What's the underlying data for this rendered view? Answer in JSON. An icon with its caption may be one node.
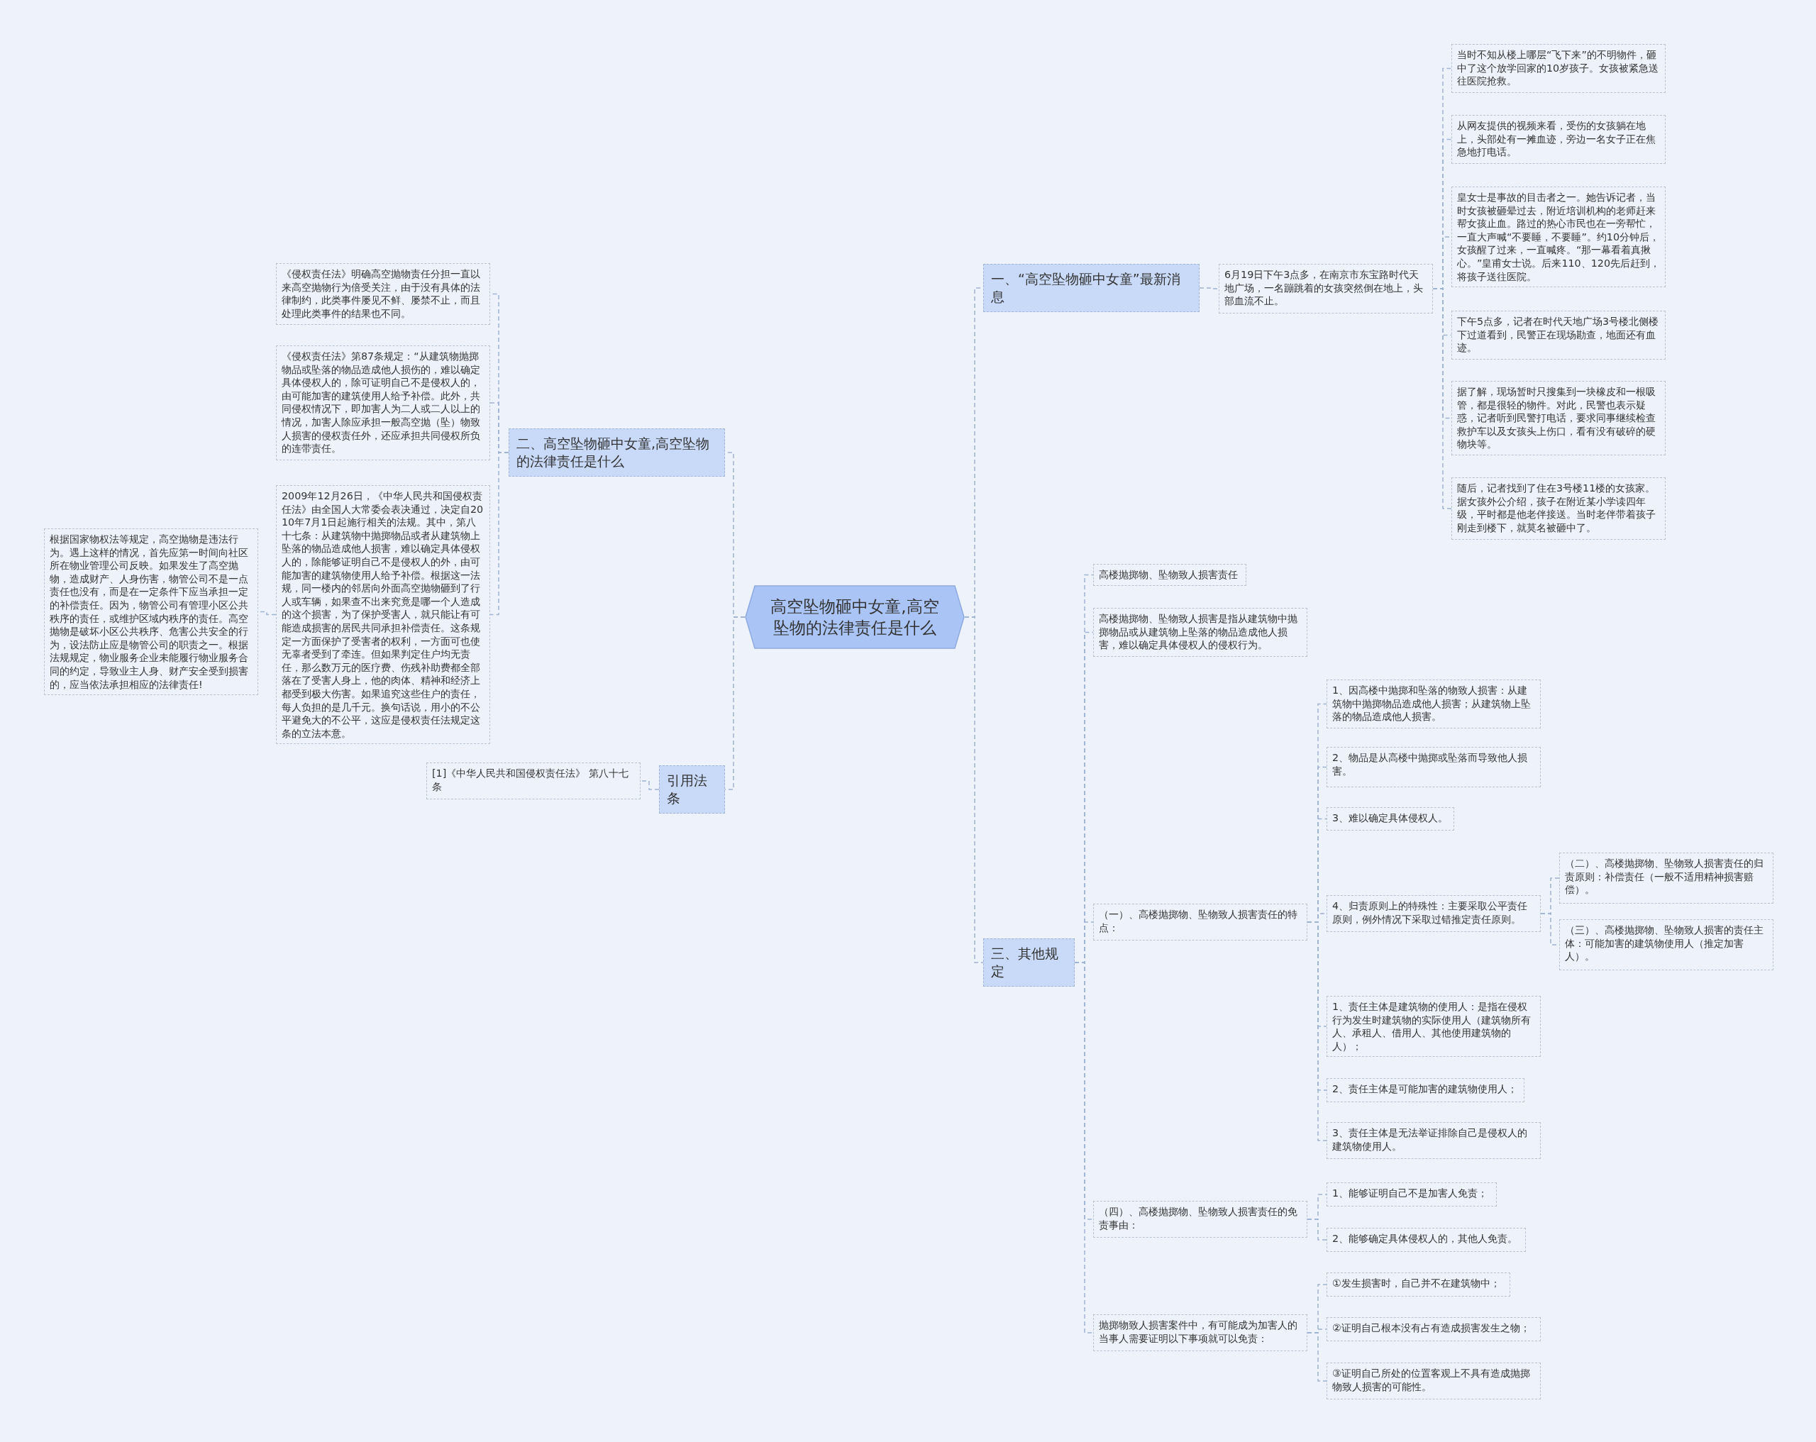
{
  "diagram": {
    "nodes": [
      {
        "text": [
          "高空坠物砸中女童,高空坠物的法律责任是什么"
        ]
      },
      {
        "text": [
          "一、“高空坠物砸中女童”最新消息"
        ]
      },
      {
        "text": [
          "6月19日下午3点多，在南京市东宝路时代天地广场，一名蹦跳着的女孩突然倒在地上，头部血流不止。"
        ]
      },
      {
        "text": [
          "当时不知从楼上哪层“飞下来”的不明物件，砸中了这个放学回家的10岁孩子。女孩被紧急送往医院抢救。"
        ]
      },
      {
        "text": [
          "从网友提供的视频来看，受伤的女孩躺在地上，头部处有一摊血迹，旁边一名女子正在焦急地打电话。"
        ]
      },
      {
        "text": [
          "皇女士是事故的目击者之一。她告诉记者，当时女孩被砸晕过去，附近培训机构的老师赶来帮女孩止血。路过的热心市民也在一旁帮忙，一直大声喊“不要睡，不要睡”。约10分钟后，女孩醒了过来，一直喊疼。“那一幕看着真揪心。”皇甫女士说。后来110、120先后赶到，将孩子送往医院。"
        ]
      },
      {
        "text": [
          "下午5点多，记者在时代天地广场3号楼北侧楼下过道看到，民警正在现场勘查，地面还有血迹。"
        ]
      },
      {
        "text": [
          "据了解，现场暂时只搜集到一块橡皮和一根吸管，都是很轻的物件。对此，民警也表示疑惑，记者听到民警打电话，要求同事继续检查救护车以及女孩头上伤口，看有没有破碎的硬物块等。"
        ]
      },
      {
        "text": [
          "随后，记者找到了住在3号楼11楼的女孩家。据女孩外公介绍，孩子在附近某小学读四年级，平时都是他老伴接送。当时老伴带着孩子刚走到楼下，就莫名被砸中了。"
        ]
      },
      {
        "text": [
          "二、高空坠物砸中女童,高空坠物的法律责任是什么"
        ]
      },
      {
        "text": [
          "《侵权责任法》明确高空抛物责任分担一直以来高空抛物行为倍受关注，由于没有具体的法律制约，此类事件屡见不鲜、屡禁不止，而且处理此类事件的结果也不同。"
        ]
      },
      {
        "text": [
          "《侵权责任法》第87条规定：“从建筑物抛掷物品或坠落的物品造成他人损伤的，难以确定具体侵权人的，除可证明自己不是侵权人的，由可能加害的建筑使用人给予补偿。此外，共同侵权情况下，即加害人为二人或二人以上的情况，加害人除应承担一般高空抛（坠）物致人损害的侵权责任外，还应承担共同侵权所负的连带责任。"
        ]
      },
      {
        "text": [
          "2009年12月26日，《中华人民共和国侵权责任法》由全国人大常委会表决通过，决定自2010年7月1日起施行相关的法规。其中，第八十七条：从建筑物中抛掷物品或者从建筑物上坠落的物品造成他人损害，难以确定具体侵权人的，除能够证明自己不是侵权人的外，由可能加害的建筑物使用人给予补偿。根据这一法规，同一楼内的邻居向外面高空抛物砸到了行人或车辆，如果查不出来究竟是哪一个人造成的这个损害，为了保护受害人，就只能让有可能造成损害的居民共同承担补偿责任。这条规定一方面保护了受害者的权利，一方面可也使无辜者受到了牵连。但如果判定住户均无责任，那么数万元的医疗费、伤残补助费都全部落在了受害人身上，他的肉体、精神和经济上都受到极大伤害。如果追究这些住户的责任，每人负担的是几千元。换句话说，用小的不公平避免大的不公平，这应是侵权责任法规定这条的立法本意。"
        ]
      },
      {
        "text": [
          "根据国家物权法等规定，高空抛物是违法行为。遇上这样的情况，首先应第一时间向社区所在物业管理公司反映。如果发生了高空抛物，造成财产、人身伤害，物管公司不是一点责任也没有，而是在一定条件下应当承担一定的补偿责任。因为，物管公司有管理小区公共秩序的责任，或维护区域内秩序的责任。高空抛物是破坏小区公共秩序、危害公共安全的行为，设法防止应是物管公司的职责之一。根据法规规定，物业服务企业未能履行物业服务合同的约定，导致业主人身、财产安全受到损害的，应当依法承担相应的法律责任!"
        ]
      },
      {
        "text": [
          "引用法条"
        ]
      },
      {
        "text": [
          "[1]《中华人民共和国侵权责任法》 第八十七条"
        ]
      },
      {
        "text": [
          "三、其他规定"
        ]
      },
      {
        "text": [
          "高楼抛掷物、坠物致人损害责任"
        ]
      },
      {
        "text": [
          "高楼抛掷物、坠物致人损害是指从建筑物中抛掷物品或从建筑物上坠落的物品造成他人损害，难以确定具体侵权人的侵权行为。"
        ]
      },
      {
        "text": [
          "（一）、高楼抛掷物、坠物致人损害责任的特点："
        ]
      },
      {
        "text": [
          "1、因高楼中抛掷和坠落的物致人损害：从建筑物中抛掷物品造成他人损害；从建筑物上坠落的物品造成他人损害。"
        ]
      },
      {
        "text": [
          "2、物品是从高楼中抛掷或坠落而导致他人损害。"
        ]
      },
      {
        "text": [
          "3、难以确定具体侵权人。"
        ]
      },
      {
        "text": [
          "4、归责原则上的特殊性：主要采取公平责任原则，例外情况下采取过错推定责任原则。"
        ]
      },
      {
        "text": [
          "（二）、高楼抛掷物、坠物致人损害责任的归责原则：补偿责任（一般不适用精神损害赔偿）。"
        ]
      },
      {
        "text": [
          "（三）、高楼抛掷物、坠物致人损害的责任主体：可能加害的建筑物使用人（推定加害人）。"
        ]
      },
      {
        "text": [
          "1、责任主体是建筑物的使用人：是指在侵权行为发生时建筑物的实际使用人（建筑物所有人、承租人、借用人、其他使用建筑物的人）；"
        ]
      },
      {
        "text": [
          "2、责任主体是可能加害的建筑物使用人；"
        ]
      },
      {
        "text": [
          "3、责任主体是无法举证排除自己是侵权人的建筑物使用人。"
        ]
      },
      {
        "text": [
          "（四）、高楼抛掷物、坠物致人损害责任的免责事由："
        ]
      },
      {
        "text": [
          "1、能够证明自己不是加害人免责；"
        ]
      },
      {
        "text": [
          "2、能够确定具体侵权人的，其他人免责。"
        ]
      },
      {
        "text": [
          "抛掷物致人损害案件中，有可能成为加害人的当事人需要证明以下事项就可以免责："
        ]
      },
      {
        "text": [
          "①发生损害时，自己并不在建筑物中；"
        ]
      },
      {
        "text": [
          "②证明自己根本没有占有造成损害发生之物；"
        ]
      },
      {
        "text": [
          "③证明自己所处的位置客观上不具有造成抛掷物致人损害的可能性。"
        ]
      }
    ],
    "edges": [
      {
        "from": 0,
        "to": 1,
        "arrow": "none"
      },
      {
        "from": 1,
        "to": 2,
        "arrow": "none"
      },
      {
        "from": 2,
        "to": 3,
        "arrow": "none"
      },
      {
        "from": 2,
        "to": 4,
        "arrow": "none"
      },
      {
        "from": 2,
        "to": 5,
        "arrow": "none"
      },
      {
        "from": 2,
        "to": 6,
        "arrow": "none"
      },
      {
        "from": 2,
        "to": 7,
        "arrow": "none"
      },
      {
        "from": 2,
        "to": 8,
        "arrow": "none"
      },
      {
        "from": 0,
        "to": 9,
        "arrow": "none"
      },
      {
        "from": 9,
        "to": 10,
        "arrow": "none"
      },
      {
        "from": 9,
        "to": 11,
        "arrow": "none"
      },
      {
        "from": 9,
        "to": 12,
        "arrow": "none"
      },
      {
        "from": 12,
        "to": 13,
        "arrow": "none"
      },
      {
        "from": 0,
        "to": 14,
        "arrow": "none"
      },
      {
        "from": 14,
        "to": 15,
        "arrow": "none"
      },
      {
        "from": 0,
        "to": 16,
        "arrow": "none"
      },
      {
        "from": 16,
        "to": 17,
        "arrow": "none"
      },
      {
        "from": 16,
        "to": 18,
        "arrow": "none"
      },
      {
        "from": 16,
        "to": 19,
        "arrow": "none"
      },
      {
        "from": 16,
        "to": 29,
        "arrow": "none"
      },
      {
        "from": 16,
        "to": 32,
        "arrow": "none"
      },
      {
        "from": 19,
        "to": 20,
        "arrow": "none"
      },
      {
        "from": 19,
        "to": 21,
        "arrow": "none"
      },
      {
        "from": 19,
        "to": 22,
        "arrow": "none"
      },
      {
        "from": 19,
        "to": 23,
        "arrow": "none"
      },
      {
        "from": 19,
        "to": 26,
        "arrow": "none"
      },
      {
        "from": 19,
        "to": 27,
        "arrow": "none"
      },
      {
        "from": 19,
        "to": 28,
        "arrow": "none"
      },
      {
        "from": 23,
        "to": 24,
        "arrow": "none"
      },
      {
        "from": 23,
        "to": 25,
        "arrow": "none"
      },
      {
        "from": 29,
        "to": 30,
        "arrow": "none"
      },
      {
        "from": 29,
        "to": 31,
        "arrow": "none"
      },
      {
        "from": 32,
        "to": 33,
        "arrow": "none"
      },
      {
        "from": 32,
        "to": 34,
        "arrow": "none"
      },
      {
        "from": 32,
        "to": 35,
        "arrow": "none"
      }
    ]
  }
}
